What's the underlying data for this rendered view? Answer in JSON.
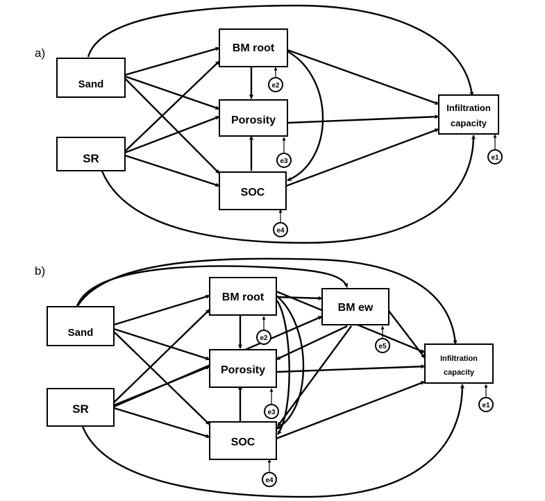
{
  "panel_a": {
    "label": "a)",
    "nodes": {
      "sand": "Sand",
      "sr": "SR",
      "bm_root": "BM root",
      "porosity": "Porosity",
      "soc": "SOC",
      "infiltration_line1": "Infiltration",
      "infiltration_line2": "capacity"
    },
    "errors": {
      "e1": "e1",
      "e2": "e2",
      "e3": "e3",
      "e4": "e4"
    }
  },
  "panel_b": {
    "label": "b)",
    "nodes": {
      "sand": "Sand",
      "sr": "SR",
      "bm_root": "BM root",
      "bm_ew": "BM ew",
      "porosity": "Porosity",
      "soc": "SOC",
      "infiltration_line1": "Infiltration",
      "infiltration_line2": "capacity"
    },
    "errors": {
      "e1": "e1",
      "e2": "e2",
      "e3": "e3",
      "e4": "e4",
      "e5": "e5"
    }
  },
  "colors": {
    "stroke": "#000000",
    "background": "#ffffff"
  }
}
